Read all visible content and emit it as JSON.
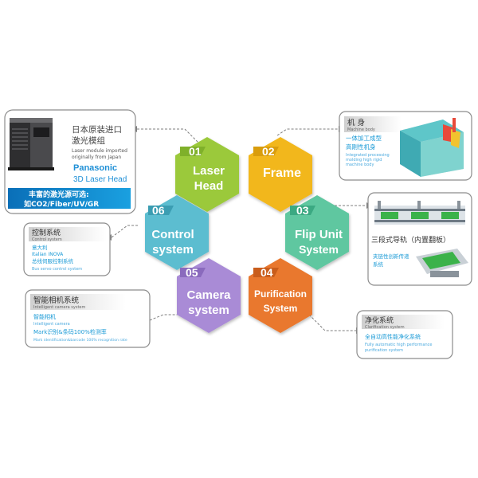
{
  "hexagons": [
    {
      "num": "01",
      "line1": "Laser",
      "line2": "Head",
      "color": "#9bc93a",
      "tab": "#7fb02c"
    },
    {
      "num": "02",
      "line1": "Frame",
      "line2": "",
      "color": "#f2b71e",
      "tab": "#d99d10"
    },
    {
      "num": "03",
      "line1": "Flip Unit",
      "line2": "System",
      "color": "#5fc7a0",
      "tab": "#3aa982"
    },
    {
      "num": "04",
      "line1": "Purification",
      "line2": "System",
      "color": "#e9782e",
      "tab": "#c95d1a"
    },
    {
      "num": "05",
      "line1": "Camera",
      "line2": "system",
      "color": "#a98bd6",
      "tab": "#8a6bbd"
    },
    {
      "num": "06",
      "line1": "Control",
      "line2": "system",
      "color": "#5bbdd0",
      "tab": "#3a9db2"
    }
  ],
  "laser_box": {
    "title_cn": "日本原装进口",
    "subtitle_cn": "激光模组",
    "desc_en1": "Laser module imported",
    "desc_en2": "originally from Japan",
    "brand": "Panasonic",
    "model": "3D Laser Head",
    "banner1": "丰富的激光源可选:",
    "banner2": "如CO2/Fiber/UV/GR"
  },
  "frame_box": {
    "title_cn": "机 身",
    "title_en": "Machine body",
    "line1": "一体加工成型",
    "line2": "高刚性机身",
    "line3": "Integrated processing",
    "line4": "molding high rigid",
    "line5": "machine body"
  },
  "flip_box": {
    "title_cn": "三段式导轨（内置翻板）",
    "line1": "夹链性创新传递",
    "line2": "系统"
  },
  "control_box": {
    "title_cn": "控制系统",
    "title_en": "Control system",
    "line1": "意大利",
    "line2": "Italian INOVA",
    "line3": "总线伺服控制系统",
    "line4": "Bus servo control system"
  },
  "camera_box": {
    "title_cn": "智能相机系统",
    "title_en": "Intelligent camera system",
    "line1": "智能相机",
    "line2": "Intelligent camera",
    "line3": "Mark识别&条码100%检测率",
    "line4": "Mark identification&barcode 100% recognition rate"
  },
  "purif_box": {
    "title_cn": "净化系统",
    "title_en": "Clarification system",
    "line1": "全自动高性能净化系统",
    "line2": "Fully automatic high performance",
    "line3": "purification system"
  },
  "colors": {
    "accent_blue": "#1a9ad6",
    "panasonic_blue": "#1e8fd6",
    "banner_blue": "#0f7fc9",
    "border_gray": "#8c8c8c",
    "dash_gray": "#808080"
  }
}
